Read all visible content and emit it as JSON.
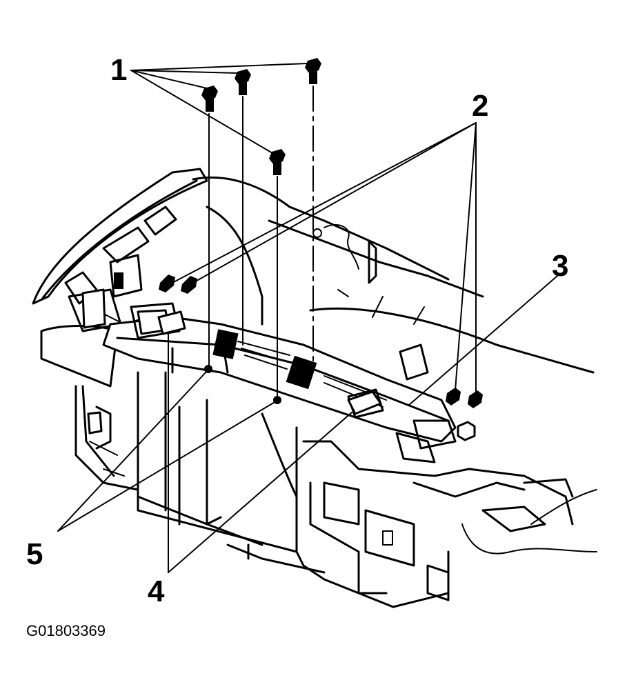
{
  "figure_id": "G01803369",
  "callouts": [
    {
      "label": "1",
      "part": "bolts-top"
    },
    {
      "label": "2",
      "part": "bolts-ends"
    },
    {
      "label": "3",
      "part": "cross-bar"
    },
    {
      "label": "4",
      "part": "brackets"
    },
    {
      "label": "5",
      "part": "bolt-holes"
    }
  ],
  "colors": {
    "line": "#000000",
    "background": "#ffffff"
  }
}
